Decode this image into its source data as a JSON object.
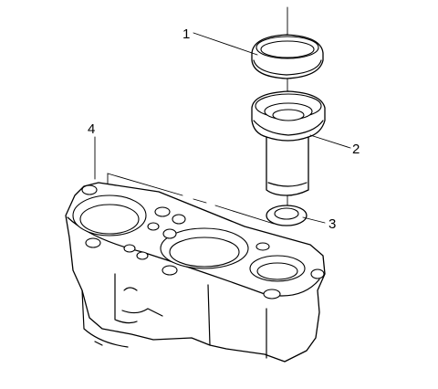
{
  "callouts": [
    {
      "id": "1",
      "label": "1",
      "part": "seal-ring"
    },
    {
      "id": "2",
      "label": "2",
      "part": "sleeve"
    },
    {
      "id": "3",
      "label": "3",
      "part": "o-ring"
    },
    {
      "id": "4",
      "label": "4",
      "part": "housing"
    }
  ],
  "colors": {
    "line": "#000000",
    "background": "#ffffff"
  }
}
